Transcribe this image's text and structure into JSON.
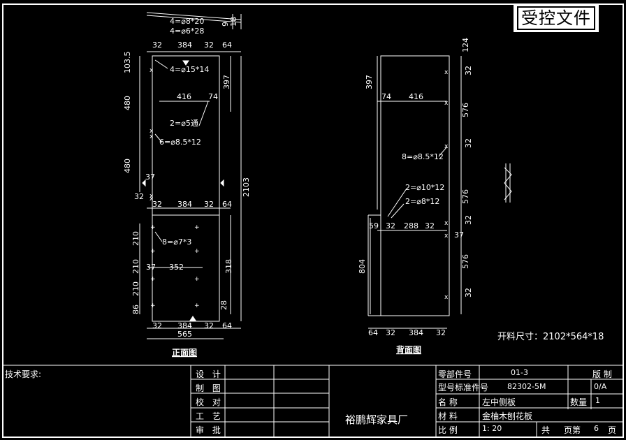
{
  "stamp": "受控文件",
  "front_view": {
    "caption": "正面图",
    "top_detail": {
      "hole1": "4=⌀8*20",
      "hole2": "4=⌀6*28",
      "dim_a": "9",
      "dim_b": "18"
    },
    "top_row": {
      "left": "32",
      "mid": "384",
      "right": "32",
      "edge": "64"
    },
    "side_dims": {
      "d1": "103.5",
      "d2": "480",
      "d3": "480",
      "d4": "397",
      "total": "2103",
      "d5": "318"
    },
    "notes": {
      "n1": "4=⌀15*14",
      "n2": "416",
      "n3": "74",
      "n4": "2=⌀5通",
      "n5": "6=⌀8.5*12",
      "n6": "37",
      "n7": "32"
    },
    "mid_row": {
      "left": "32",
      "mid": "384",
      "right": "32",
      "edge": "64"
    },
    "lower": {
      "d1": "210",
      "d2": "210",
      "d3": "210",
      "d4": "86",
      "hole": "8=⌀7*3",
      "w1": "37",
      "w2": "352",
      "d5": "28"
    },
    "bottom_row": {
      "left": "32",
      "mid": "384",
      "right": "32",
      "edge": "64",
      "total": "565"
    }
  },
  "back_view": {
    "caption": "背面图",
    "top_edge": "124",
    "dims": {
      "d1": "397",
      "w1": "74",
      "w2": "416",
      "d2": "576",
      "d3": "576",
      "d4": "576",
      "d5": "804"
    },
    "holes": {
      "h1": "8=⌀8.5*12",
      "h2": "2=⌀10*12",
      "h3": "2=⌀8*12"
    },
    "mid_row": {
      "a": "59",
      "b": "32",
      "c": "288",
      "d": "32",
      "e": "37"
    },
    "right_marks": {
      "m1": "32",
      "m2": "32",
      "m3": "32",
      "m4": "32"
    },
    "bottom_row": {
      "a": "64",
      "b": "32",
      "c": "384",
      "d": "32"
    }
  },
  "cut_size": "开料尺寸：2102*564*18",
  "title_block": {
    "tech_req": "技术要求:",
    "rows": [
      "设 计",
      "制 图",
      "校 对",
      "工 艺",
      "审 批"
    ],
    "company": "裕鹏辉家具厂",
    "part_no_label": "零部件号",
    "part_no": "01-3",
    "version_label": "版 制",
    "std_label": "型号标准件号",
    "std_no": "82302-5M",
    "version": "0/A",
    "name_label": "名 称",
    "name": "左中侧板",
    "qty_label": "数量",
    "qty": "1",
    "material_label": "材 料",
    "material": "金柚木刨花板",
    "scale_label": "比 例",
    "scale": "1: 20",
    "sheets": "共",
    "sheet_label": "页第",
    "sheet_no": "6",
    "sheet_suffix": "页"
  }
}
